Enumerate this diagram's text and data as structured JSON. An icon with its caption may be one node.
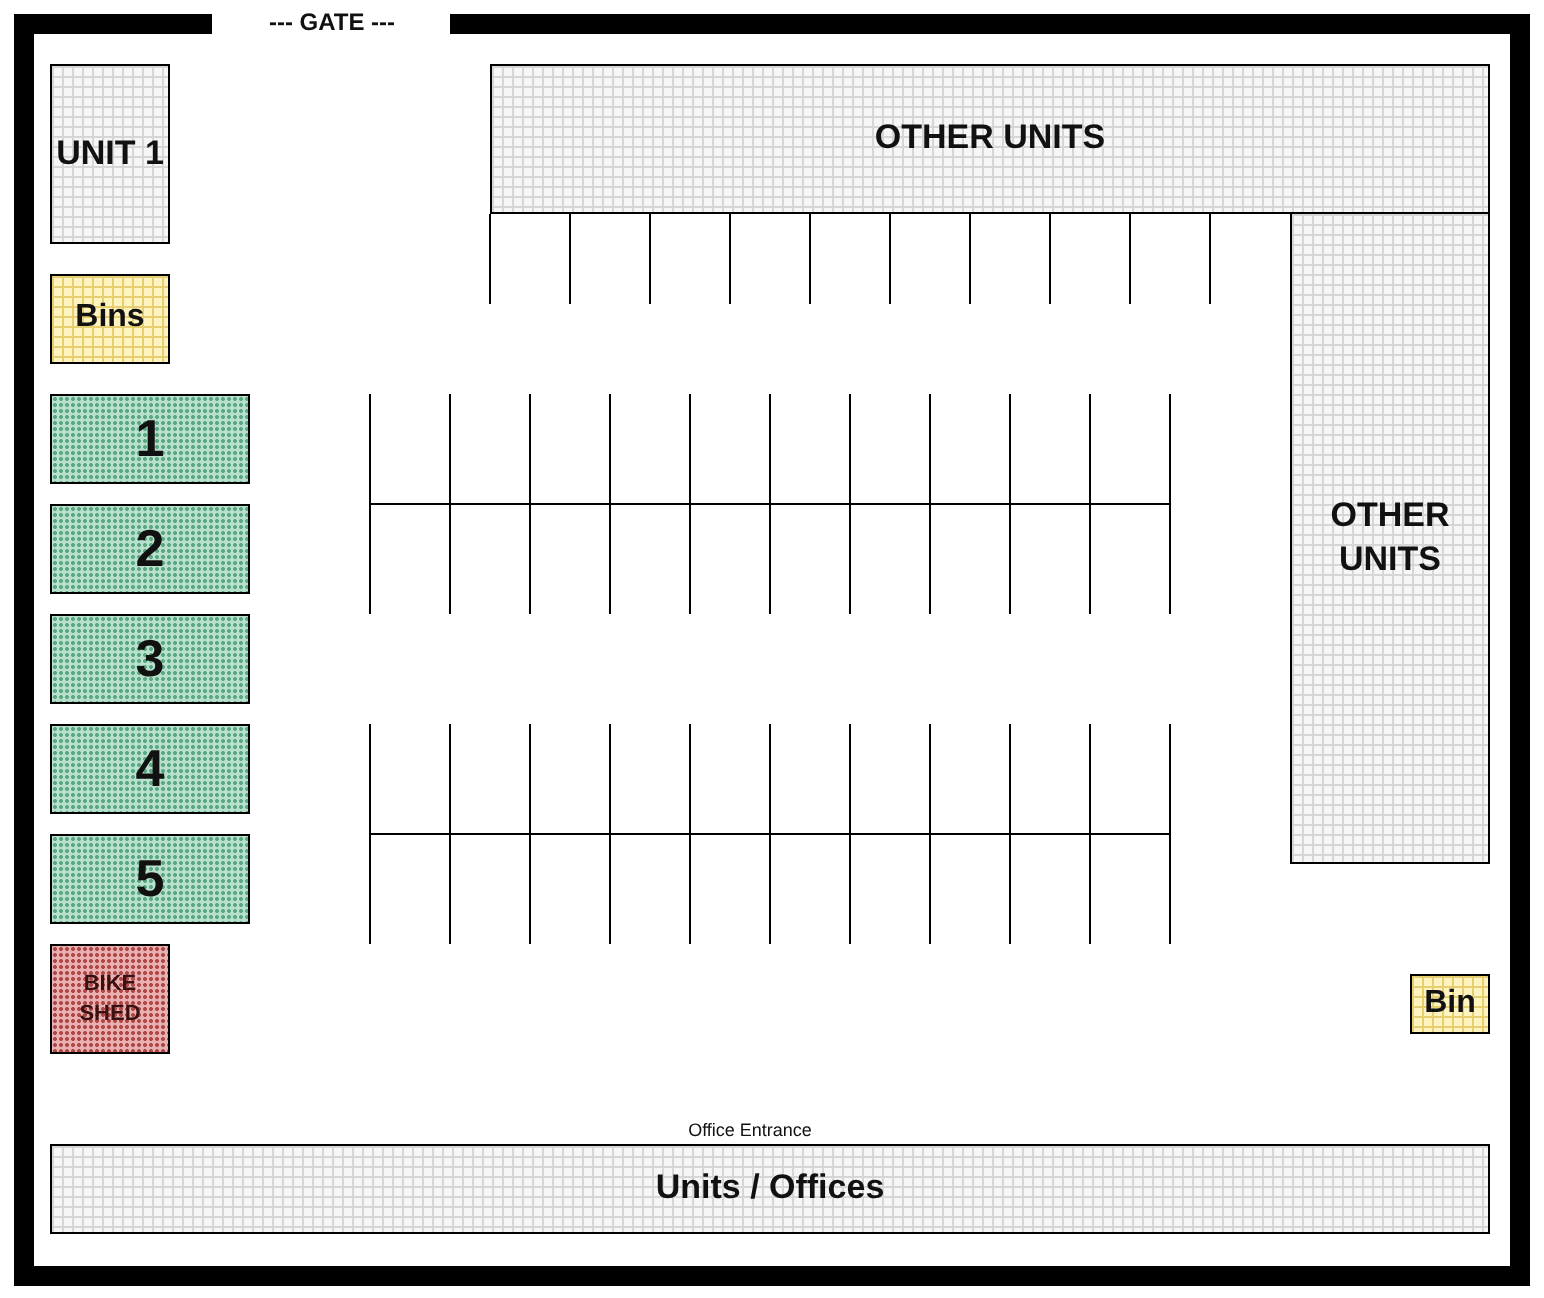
{
  "diagram": {
    "nodes": [
      {
        "text": [
          "UNIT 1"
        ]
      },
      {
        "text": [
          "Bins"
        ]
      },
      {
        "text": [
          "1"
        ]
      },
      {
        "text": [
          "2"
        ]
      },
      {
        "text": [
          "3"
        ]
      },
      {
        "text": [
          "4"
        ]
      },
      {
        "text": [
          "5"
        ]
      },
      {
        "text": [
          "BIKE SHED"
        ]
      },
      {
        "text": [
          "OTHER UNITS"
        ]
      },
      {
        "text": [
          "OTHER UNITS"
        ]
      },
      {
        "text": [
          "Bin"
        ]
      },
      {
        "text": [
          "Units / Offices"
        ]
      }
    ],
    "labels": [
      "--- GATE ---",
      "Office Entrance"
    ]
  }
}
